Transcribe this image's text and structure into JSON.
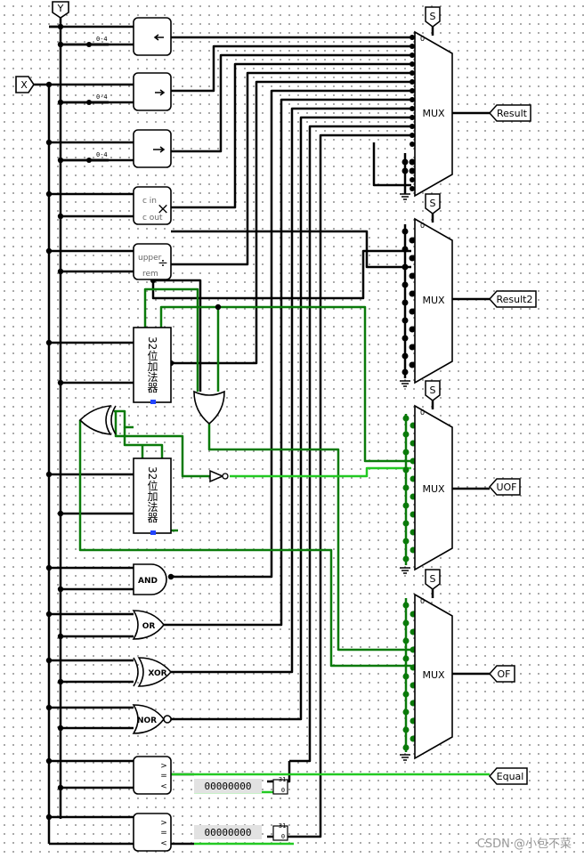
{
  "inputs": {
    "y": "Y",
    "x": "X"
  },
  "outputs": {
    "result": "Result",
    "result2": "Result2",
    "uof": "UOF",
    "of": "OF",
    "equal": "Equal"
  },
  "mux": {
    "label": "MUX",
    "select": "S",
    "zero": "0"
  },
  "shifter": {
    "constant": "0-4"
  },
  "multiplier": {
    "c_in": "c in",
    "c_out": "c out",
    "op": "×"
  },
  "divider": {
    "upper": "upper",
    "rem": "rem",
    "op": "÷"
  },
  "adder": {
    "label": "32位加法器"
  },
  "gates": {
    "and": "AND",
    "or": "OR",
    "xor": "XOR",
    "nor": "NOR"
  },
  "comparator": {
    "ops": [
      "=",
      ">",
      "<"
    ],
    "probe_value": "00000000",
    "constant": "-31",
    "zero": "0"
  },
  "colors": {
    "wire": "#000000",
    "bus_dark": "#0a7a0a",
    "bus_light": "#22c922",
    "pin": "#000000"
  },
  "watermark": "CSDN @小包不菜"
}
